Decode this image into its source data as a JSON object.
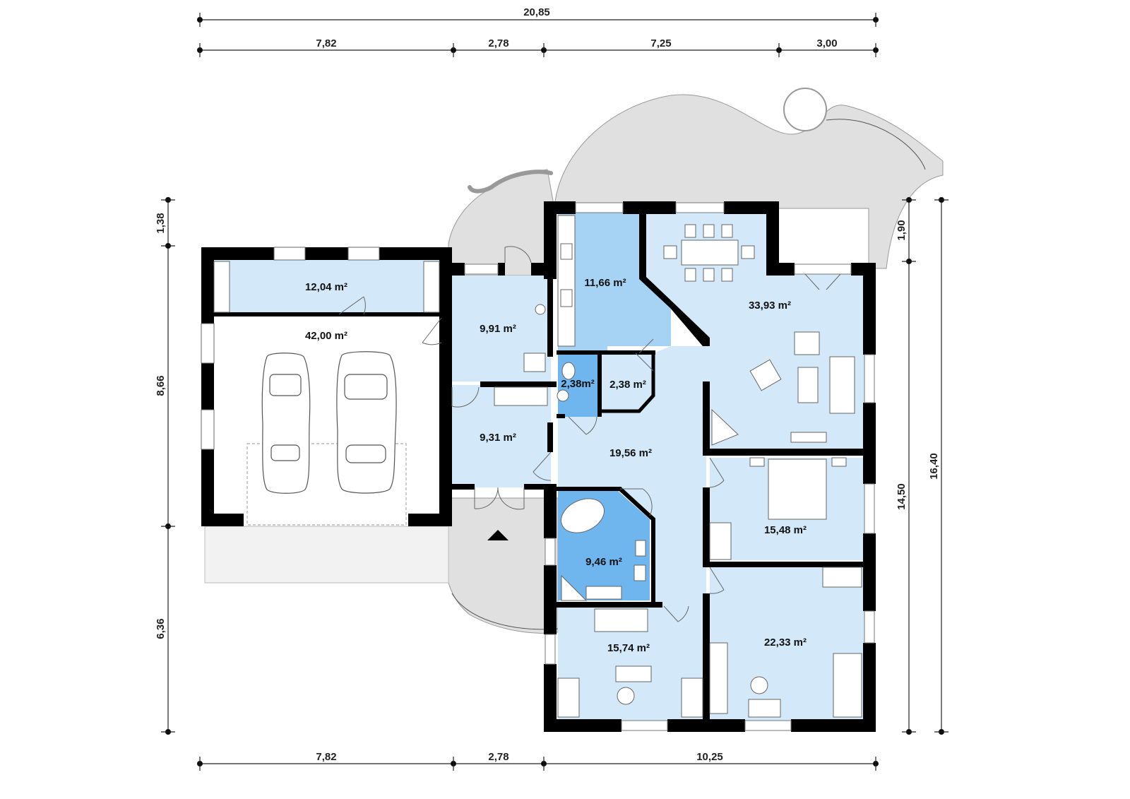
{
  "dimensions": {
    "top_total": "20,85",
    "top_segments": [
      "7,82",
      "2,78",
      "7,25",
      "3,00"
    ],
    "bottom_segments": [
      "7,82",
      "2,78",
      "10,25"
    ],
    "left_segments": [
      "1,38",
      "8,66",
      "6,36"
    ],
    "right_inner": [
      "1,90",
      "14,50"
    ],
    "right_outer": "16,40"
  },
  "rooms": {
    "storage": "12,04 m²",
    "garage": "42,00 m²",
    "utility": "9,91 m²",
    "kitchen": "11,66 m²",
    "living": "33,93 m²",
    "wc": "2,38m²",
    "closet": "2,38 m²",
    "room_left": "9,31 m²",
    "hall": "19,56 m²",
    "bedroom_master": "15,48 m²",
    "bath": "9,46 m²",
    "bedroom_small": "15,74 m²",
    "bedroom_large": "22,33 m²"
  },
  "colors": {
    "room_light": "#d3e9f9",
    "room_medium": "#a6d2f3",
    "room_dark": "#6fb5ee",
    "terrace": "#e0e0e0",
    "wall": "#000000"
  }
}
